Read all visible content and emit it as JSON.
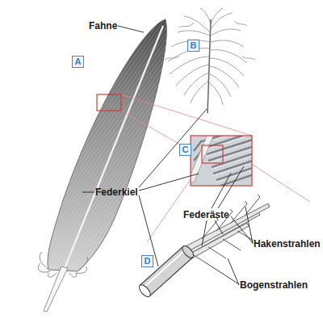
{
  "diagram": {
    "nodes": [
      {
        "text": [
          "A"
        ]
      },
      {
        "text": [
          "B"
        ]
      },
      {
        "text": [
          "C"
        ]
      },
      {
        "text": [
          "D"
        ]
      }
    ],
    "labels": [
      "Fahne",
      "Federkiel",
      "Federäste",
      "Hakenstrahlen",
      "Bogenstrahlen"
    ]
  }
}
